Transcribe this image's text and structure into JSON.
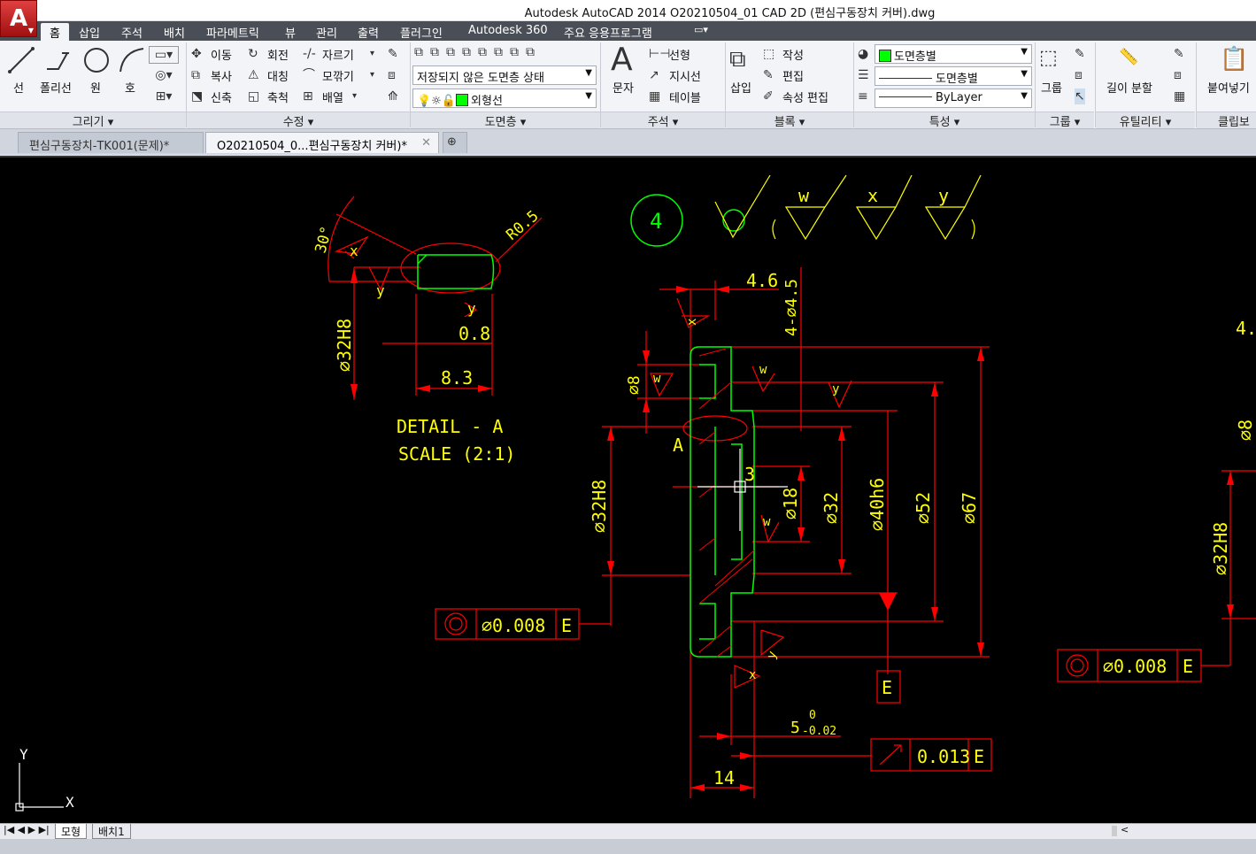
{
  "window": {
    "title": "Autodesk AutoCAD 2014     O20210504_01 CAD 2D (편심구동장치 커버).dwg"
  },
  "app_button": {
    "label": "A"
  },
  "ribbon_tabs": [
    "홈",
    "삽입",
    "주석",
    "배치",
    "파라메트릭",
    "뷰",
    "관리",
    "출력",
    "플러그인",
    "Autodesk 360",
    "주요 응용프로그램"
  ],
  "ribbon": {
    "draw": {
      "line": "선",
      "polyline": "폴리선",
      "circle": "원",
      "arc": "호",
      "title": "그리기"
    },
    "modify": {
      "move": "이동",
      "rotate": "회전",
      "trim": "자르기",
      "copy": "복사",
      "mirror": "대칭",
      "fillet": "모깎기",
      "stretch": "신축",
      "scale": "축척",
      "array": "배열",
      "title": "수정"
    },
    "layers": {
      "state": "저장되지 않은 도면층 상태",
      "current": "외형선",
      "title": "도면층"
    },
    "annotation": {
      "text": "문자",
      "linear": "선형",
      "leader": "지시선",
      "table": "테이블",
      "title": "주석"
    },
    "block": {
      "insert": "삽입",
      "create": "작성",
      "edit": "편집",
      "attr_edit": "속성 편집",
      "title": "블록"
    },
    "properties": {
      "color": "도면층별",
      "linetype": "도면층별",
      "lineweight": "ByLayer",
      "title": "특성"
    },
    "groups": {
      "group": "그룹",
      "title": "그룹"
    },
    "utilities": {
      "measure": "길이 분할",
      "title": "유틸리티"
    },
    "clipboard": {
      "paste": "붙여넣기",
      "title": "클립보"
    }
  },
  "doc_tabs": [
    "편심구동장치-TK001(문제)*",
    "O20210504_0...편심구동장치 커버)*"
  ],
  "layout_tabs": [
    "모형",
    "배치1"
  ],
  "drawing": {
    "detail_title": "DETAIL - A",
    "detail_scale": "SCALE (2:1)",
    "surface_roughness": "4",
    "sym_w": "w",
    "sym_x": "x",
    "sym_y": "y",
    "dim_30": "30°",
    "dim_r05": "R0.5",
    "dim_08": "0.8",
    "dim_83": "8.3",
    "dim_32h8_d": "⌀32H8",
    "dim_46": "4.6",
    "dim_4x45": "4-⌀4.5",
    "dim_8": "⌀8",
    "dim_3": "3",
    "dim_18": "⌀18",
    "dim_32": "⌀32",
    "dim_40h6": "⌀40h6",
    "dim_52": "⌀52",
    "dim_67": "⌀67",
    "dim_32h8": "⌀32H8",
    "dim_5": "5",
    "dim_5_up": "0",
    "dim_5_low": "-0.02",
    "dim_14": "14",
    "label_a": "A",
    "datum_e": "E",
    "fcf1_val": "⌀0.008",
    "fcf1_datum": "E",
    "fcf2_val": "0.013",
    "fcf2_datum": "E",
    "fcf3_val": "⌀0.008",
    "fcf3_datum": "E",
    "right_dim1": "4.",
    "right_dim2": "⌀8",
    "right_dim3": "⌀32H8",
    "ucs_x": "X",
    "ucs_y": "Y"
  }
}
